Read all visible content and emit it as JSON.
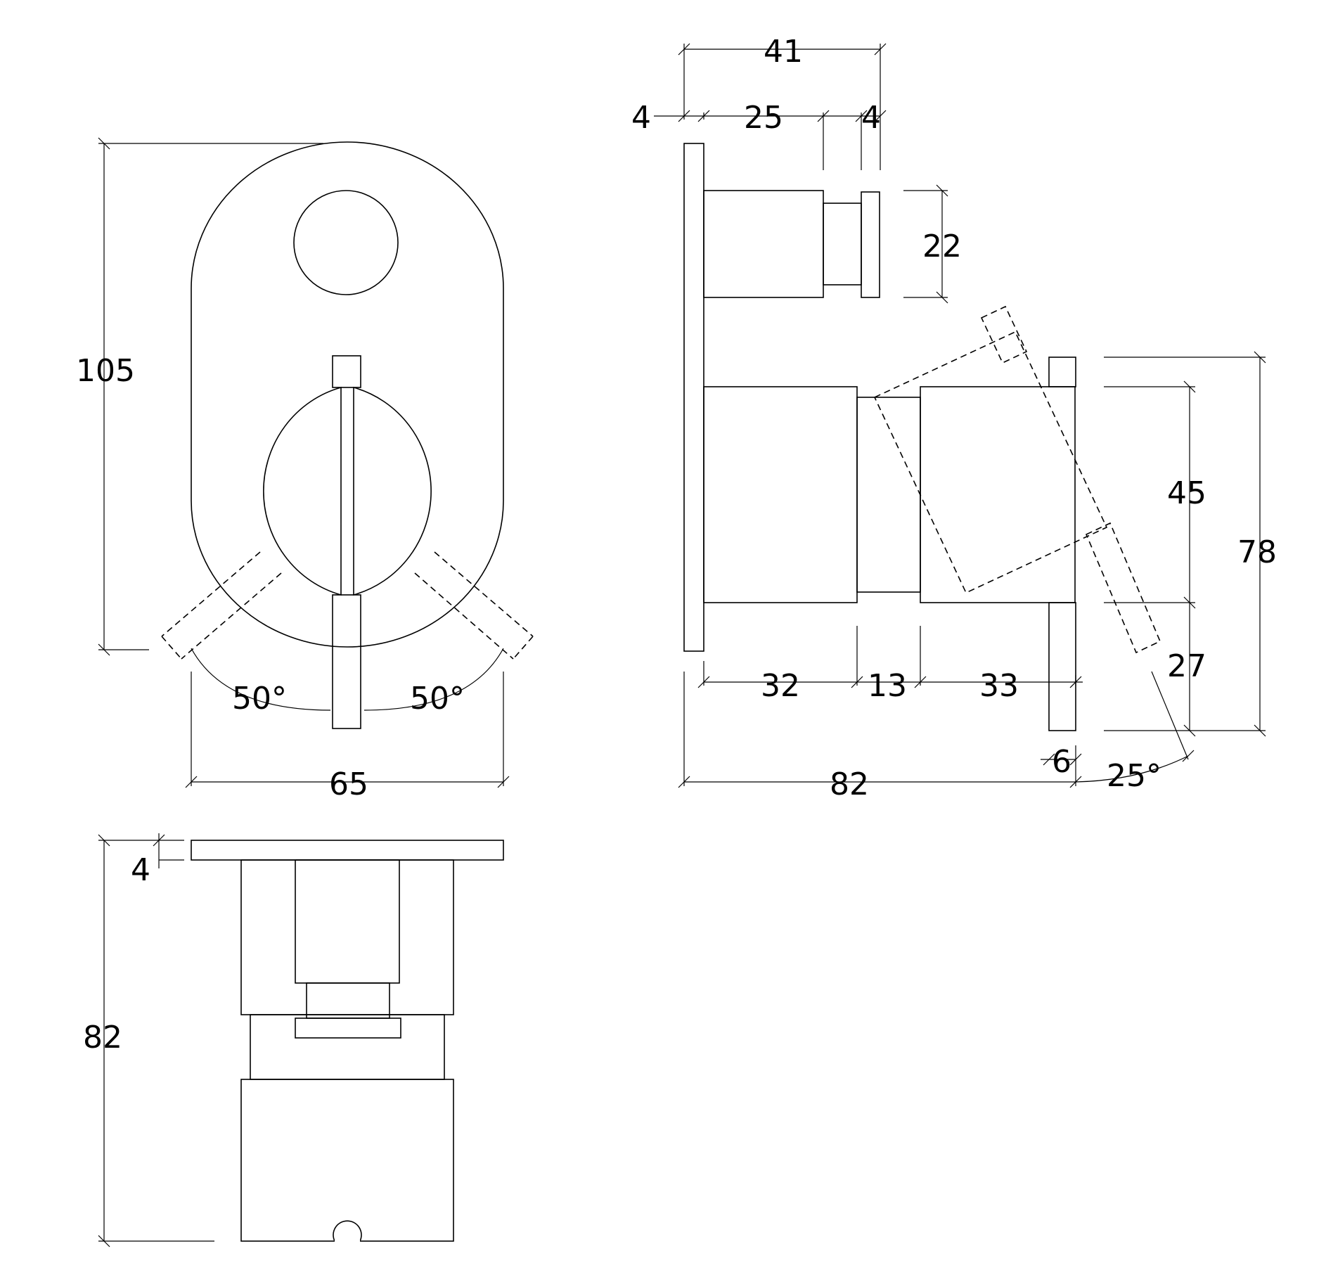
{
  "front_view": {
    "height": "105",
    "width": "65",
    "angle_left": "50°",
    "angle_right": "50°"
  },
  "bottom_view": {
    "plate_thickness": "4",
    "depth": "82"
  },
  "side_view": {
    "top_total": "41",
    "plate": "4",
    "diverter_body": "25",
    "diverter_knob": "4",
    "diverter_height": "22",
    "body_depth": "32",
    "neck": "13",
    "handle_body": "33",
    "handle_height": "45",
    "lever_below": "27",
    "overall_height": "78",
    "lever_thickness": "6",
    "total_depth": "82",
    "tilt_angle": "25°"
  },
  "colors": {
    "line": "#000000",
    "background": "#ffffff"
  }
}
